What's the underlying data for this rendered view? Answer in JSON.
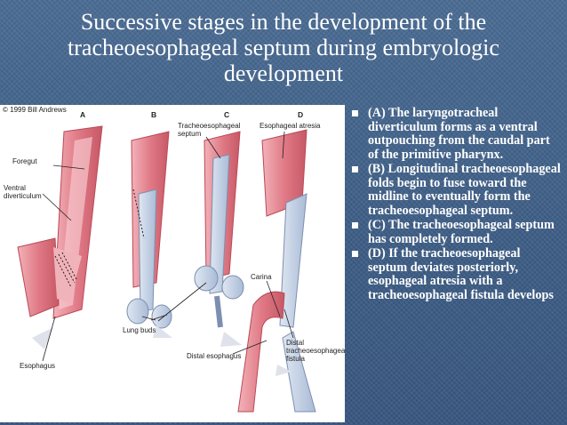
{
  "slide": {
    "title_lines": [
      "Successive stages in the development of the",
      "tracheoesophageal septum during embryologic",
      "development"
    ]
  },
  "figure": {
    "copyright": "© 1999 Bill Andrews",
    "stage_labels": [
      "A",
      "B",
      "C",
      "D"
    ],
    "labels": {
      "foregut": "Foregut",
      "ventral_1": "Ventral",
      "ventral_2": "diverticulum",
      "esophagus": "Esophagus",
      "lung_buds": "Lung buds",
      "tes_1": "Tracheoesophageal",
      "tes_2": "septum",
      "esophageal_atresia": "Esophageal atresia",
      "carina": "Carina",
      "distal_esophagus": "Distal esophagus",
      "distal_tef_1": "Distal",
      "distal_tef_2": "tracheoesophageal",
      "distal_tef_3": "fistula"
    },
    "colors": {
      "tissue": "#e07a86",
      "tissue_dark": "#c44f5e",
      "lumen": "#b9c9e0",
      "arrow": "#d8dbe3"
    }
  },
  "bullets": [
    "(A) The laryngotracheal diverticulum forms as a ventral outpouching from the caudal part of the primitive pharynx.",
    "(B) Longitudinal tracheoesophageal folds begin to fuse toward the midline to eventually form the tracheoesophageal septum.",
    "(C) The tracheoesophageal septum has completely formed.",
    " (D) If the tracheoesophageal septum deviates posteriorly, esophageal atresia with a tracheoesophageal fistula develops"
  ]
}
